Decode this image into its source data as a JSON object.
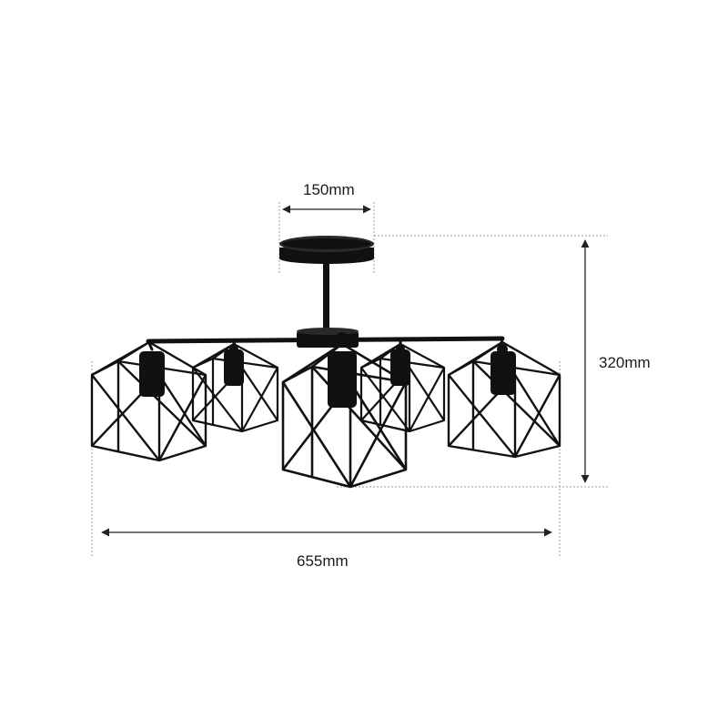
{
  "dimensions": {
    "canopy_diameter": "150mm",
    "height": "320mm",
    "width": "655mm"
  },
  "colors": {
    "fixture": "#111111",
    "dimension_line": "#222222",
    "guide_line": "#9a9a9a"
  }
}
